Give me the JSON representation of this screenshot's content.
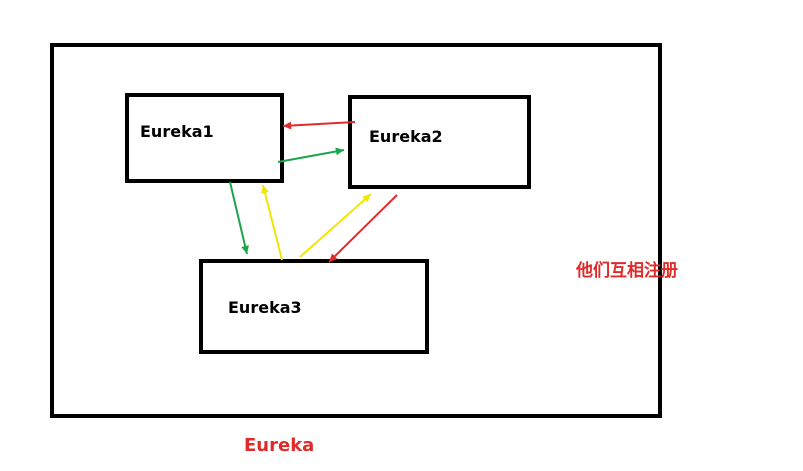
{
  "diagram": {
    "outer_label": "Eureka",
    "annotation": "他们互相注册",
    "nodes": [
      {
        "id": "eureka1",
        "label": "Eureka1"
      },
      {
        "id": "eureka2",
        "label": "Eureka2"
      },
      {
        "id": "eureka3",
        "label": "Eureka3"
      }
    ],
    "edges": [
      {
        "from": "eureka2",
        "to": "eureka1",
        "color": "#e02b2b"
      },
      {
        "from": "eureka1",
        "to": "eureka2",
        "color": "#1aa64a"
      },
      {
        "from": "eureka1",
        "to": "eureka3",
        "color": "#1aa64a"
      },
      {
        "from": "eureka3",
        "to": "eureka1",
        "color": "#f2e600"
      },
      {
        "from": "eureka3",
        "to": "eureka2",
        "color": "#f2e600"
      },
      {
        "from": "eureka2",
        "to": "eureka3",
        "color": "#e02b2b"
      }
    ]
  }
}
